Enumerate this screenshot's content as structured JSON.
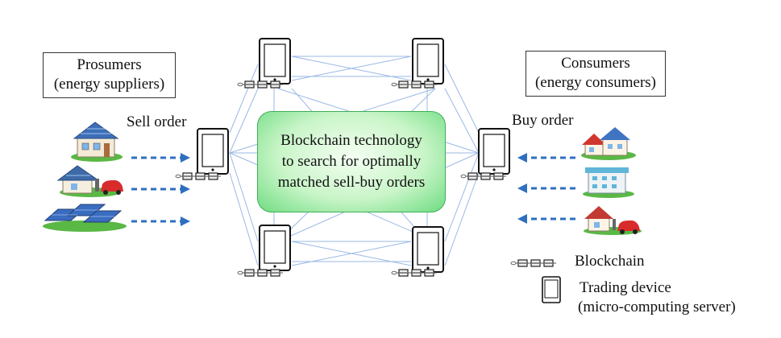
{
  "prosumers": {
    "line1": "Prosumers",
    "line2": "(energy suppliers)"
  },
  "consumers": {
    "line1": "Consumers",
    "line2": "(energy consumers)"
  },
  "sell_order_label": "Sell order",
  "buy_order_label": "Buy order",
  "center": {
    "line1": "Blockchain technology",
    "line2": "to search for optimally",
    "line3": "matched sell-buy orders"
  },
  "legend": {
    "blockchain_label": "Blockchain",
    "device_line1": "Trading device",
    "device_line2": "(micro-computing server)"
  },
  "colors": {
    "arrow": "#2f6fc0",
    "network_line": "#9ab8e6",
    "center_border": "#3fae5a",
    "center_fill": "#c9f5c8"
  },
  "icons": {
    "prosumers": [
      "house-solar-roof-icon",
      "house-solar-ev-icon",
      "solar-farm-icon"
    ],
    "consumers": [
      "house-cluster-icon",
      "apartment-building-icon",
      "house-ev-charger-icon"
    ],
    "device": "tablet-icon",
    "chain": "blockchain-icon"
  }
}
